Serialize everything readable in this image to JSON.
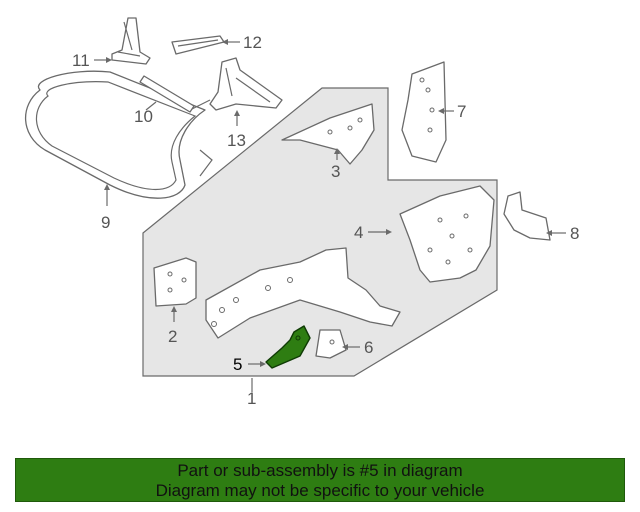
{
  "diagram": {
    "callouts": [
      {
        "id": "1",
        "label": "1"
      },
      {
        "id": "2",
        "label": "2"
      },
      {
        "id": "3",
        "label": "3"
      },
      {
        "id": "4",
        "label": "4"
      },
      {
        "id": "5",
        "label": "5"
      },
      {
        "id": "6",
        "label": "6"
      },
      {
        "id": "7",
        "label": "7"
      },
      {
        "id": "8",
        "label": "8"
      },
      {
        "id": "9",
        "label": "9"
      },
      {
        "id": "10",
        "label": "10"
      },
      {
        "id": "11",
        "label": "11"
      },
      {
        "id": "12",
        "label": "12"
      },
      {
        "id": "13",
        "label": "13"
      }
    ],
    "highlighted_part": "5",
    "highlight_color": "#2e7d12"
  },
  "banner": {
    "line1": "Part or sub-assembly is #5 in diagram",
    "line2": "Diagram may not be specific to your vehicle",
    "background": "#2e7d12"
  }
}
